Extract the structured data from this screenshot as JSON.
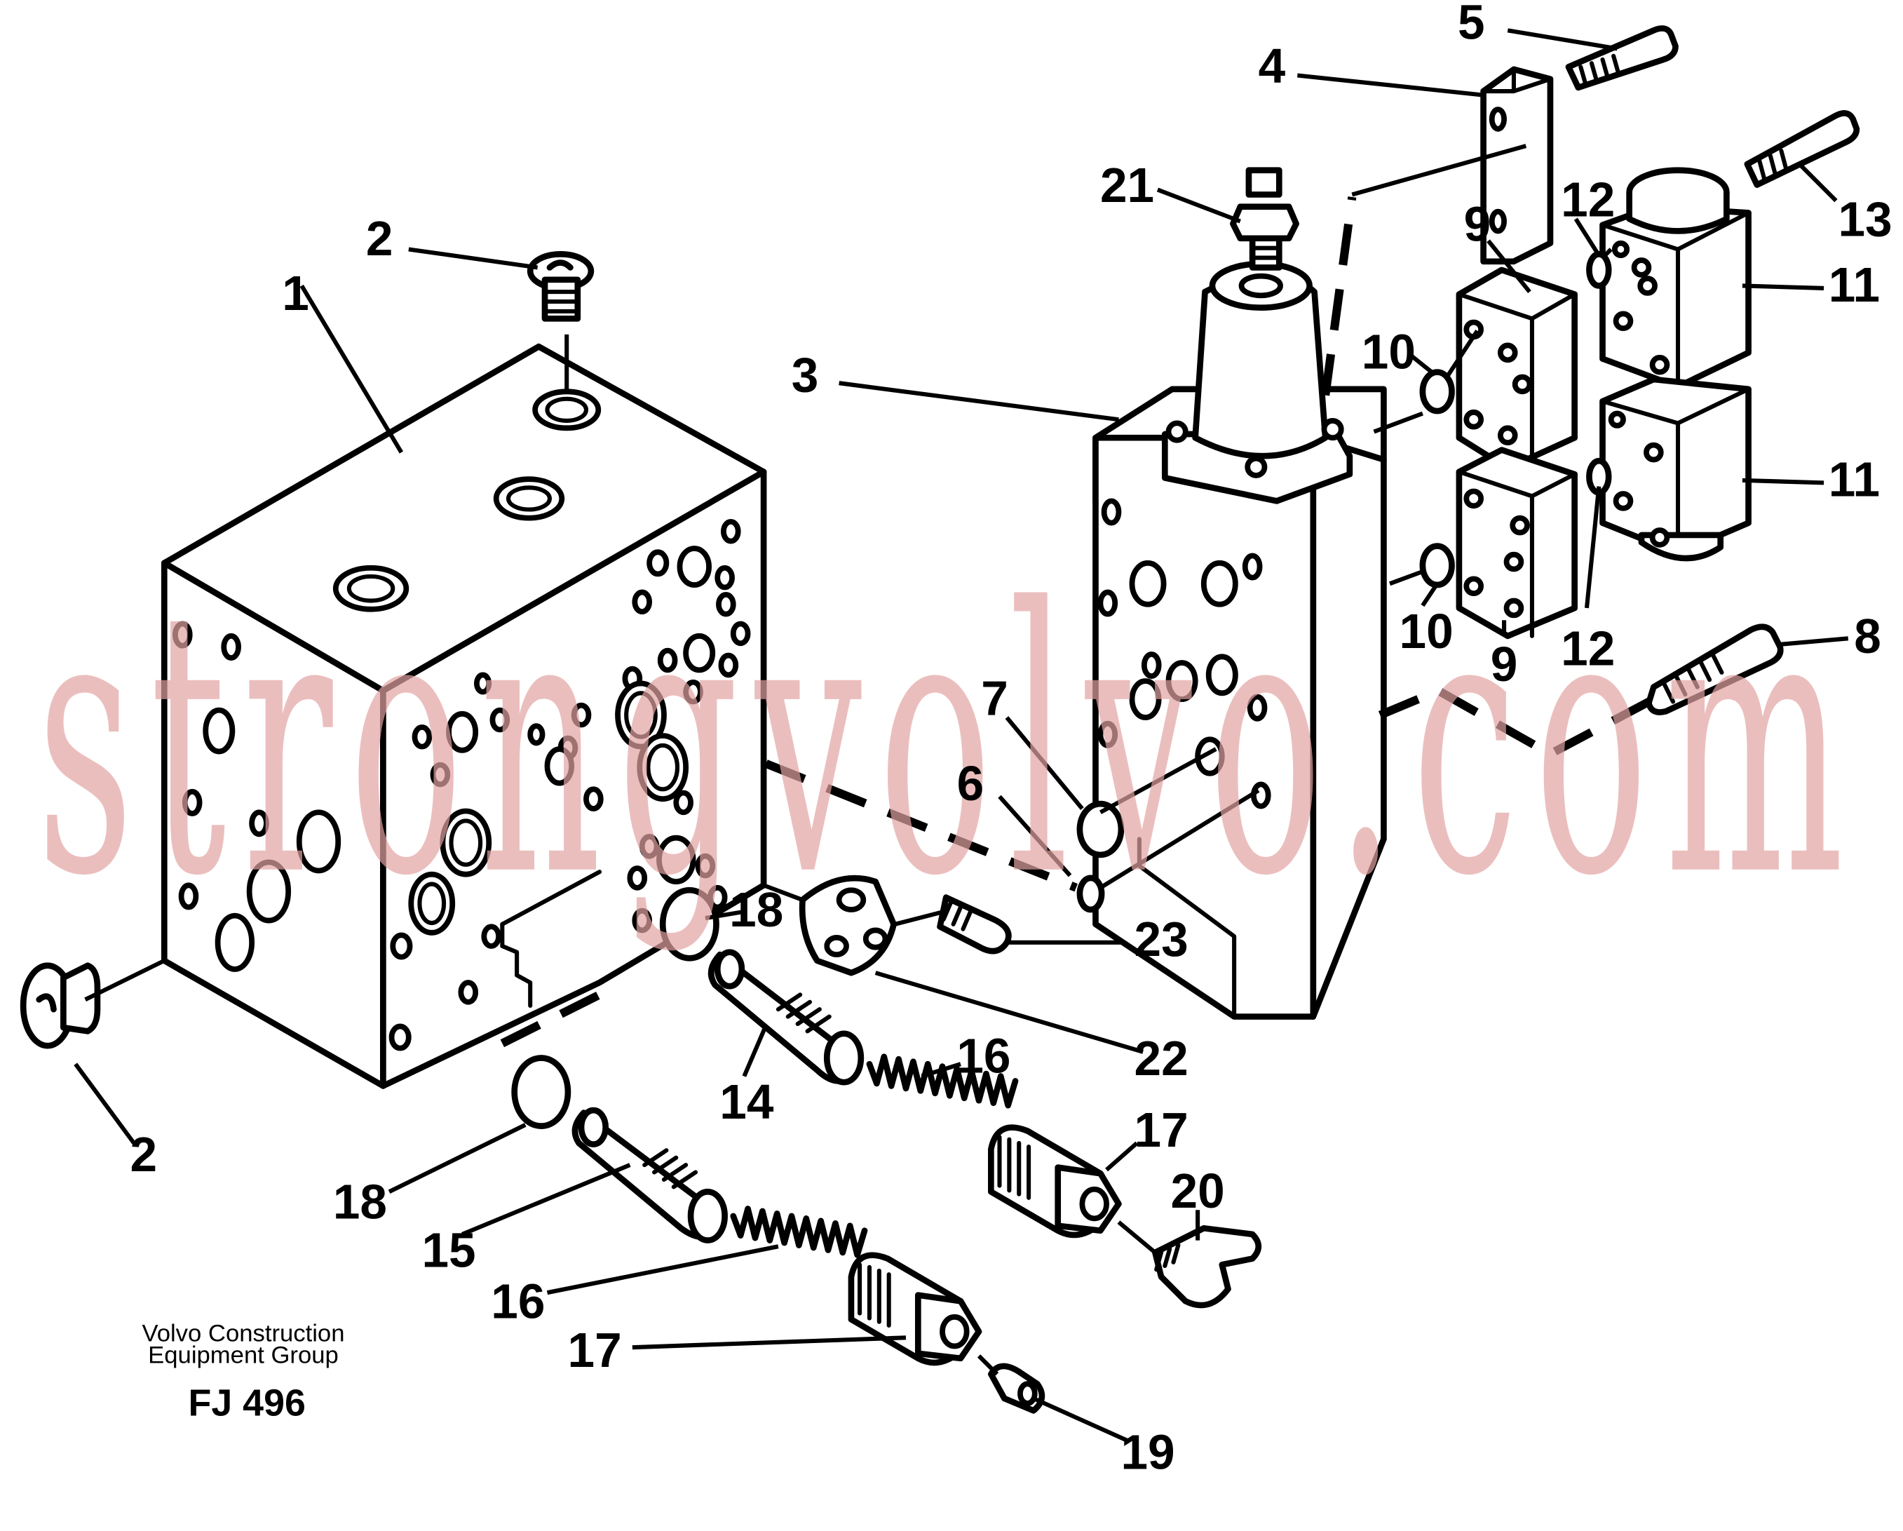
{
  "labels": {
    "p1": "1",
    "p2a": "2",
    "p2b": "2",
    "p3": "3",
    "p4": "4",
    "p5": "5",
    "p6": "6",
    "p7": "7",
    "p8": "8",
    "p9a": "9",
    "p9b": "9",
    "p10a": "10",
    "p10b": "10",
    "p11a": "11",
    "p11b": "11",
    "p12a": "12",
    "p12b": "12",
    "p13": "13",
    "p14": "14",
    "p15": "15",
    "p16a": "16",
    "p16b": "16",
    "p17a": "17",
    "p17b": "17",
    "p18a": "18",
    "p18b": "18",
    "p19": "19",
    "p20": "20",
    "p21": "21",
    "p22": "22",
    "p23": "23"
  },
  "credit": {
    "line1": "Volvo Construction",
    "line2": "Equipment Group",
    "code": "FJ 496"
  },
  "watermark": "strongvolvo.com"
}
